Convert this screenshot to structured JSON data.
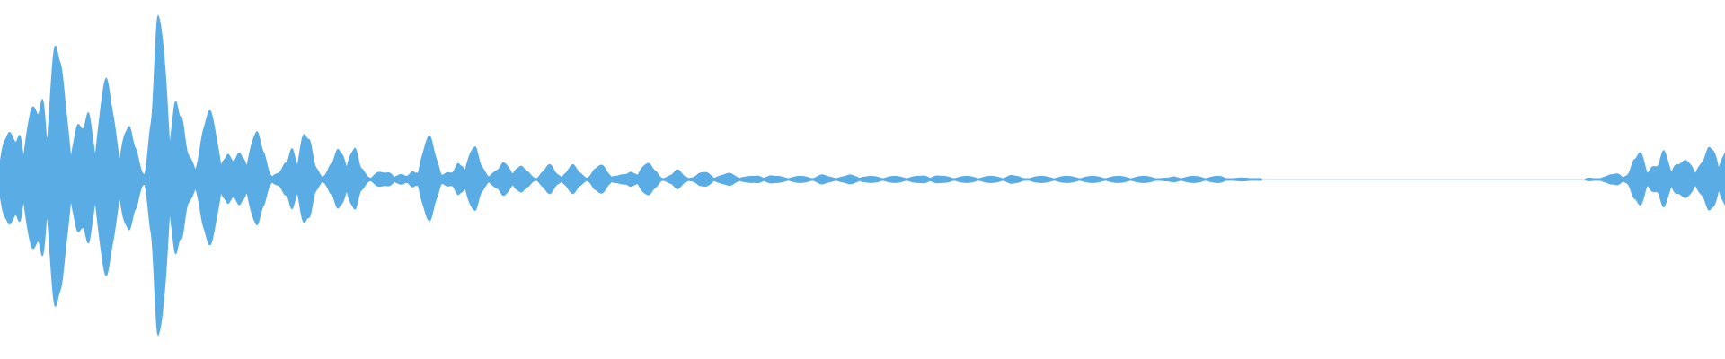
{
  "waveform": {
    "color": "#5aace5",
    "background": "#ffffff",
    "envelope": [
      0.41,
      0.3,
      0.24,
      0.52,
      0.47,
      0.4,
      0.82,
      0.93,
      0.7,
      0.58,
      0.42,
      0.3,
      0.52,
      0.56,
      0.61,
      0.48,
      0.44,
      0.34,
      0.2,
      0.09,
      0.42,
      0.98,
      1.0,
      0.7,
      0.38,
      0.18,
      0.22,
      0.34,
      0.42,
      0.37,
      0.2,
      0.11,
      0.2,
      0.32,
      0.3,
      0.18,
      0.07,
      0.05,
      0.1,
      0.28,
      0.37,
      0.24,
      0.09,
      0.05,
      0.1,
      0.2,
      0.27,
      0.21,
      0.07,
      0.03,
      0.05,
      0.04,
      0.06,
      0.04,
      0.02,
      0.07,
      0.22,
      0.26,
      0.17,
      0.06,
      0.04,
      0.12,
      0.22,
      0.2,
      0.09,
      0.06,
      0.06,
      0.11,
      0.12,
      0.09,
      0.05,
      0.02,
      0.06,
      0.09,
      0.05,
      0.06,
      0.09,
      0.05,
      0.03,
      0.07,
      0.09,
      0.06,
      0.03,
      0.03,
      0.06,
      0.11,
      0.1,
      0.06,
      0.02,
      0.03,
      0.06,
      0.03,
      0.02,
      0.04,
      0.05,
      0.03,
      0.03,
      0.04,
      0.03,
      0.02,
      0.02,
      0.03,
      0.03,
      0.02,
      0.02,
      0.02,
      0.02,
      0.02,
      0.02,
      0.03,
      0.02,
      0.02,
      0.02,
      0.03,
      0.03,
      0.02,
      0.02,
      0.02,
      0.02,
      0.02,
      0.02,
      0.02,
      0.02,
      0.03,
      0.03,
      0.02,
      0.02,
      0.02,
      0.02,
      0.02,
      0.02,
      0.02,
      0.02,
      0.02,
      0.03,
      0.02,
      0.01,
      0.02,
      0.02,
      0.02,
      0.02,
      0.02,
      0.02,
      0.02,
      0.02,
      0.02,
      0.02,
      0.02,
      0.02,
      0.02,
      0.02,
      0.02,
      0.02,
      0.02,
      0.01,
      0.01,
      0.02,
      0.02,
      0.02,
      0.02,
      0.02,
      0.02,
      0.02,
      0.01,
      0.01,
      0.01,
      0.01,
      0.01,
      0.0,
      0.0,
      0.0,
      0.0,
      0.0,
      0.0,
      0.0,
      0.0,
      0.0,
      0.0,
      0.0,
      0.0,
      0.0,
      0.0,
      0.0,
      0.0,
      0.0,
      0.0,
      0.0,
      0.0,
      0.0,
      0.0,
      0.0,
      0.0,
      0.0,
      0.0,
      0.0,
      0.0,
      0.0,
      0.0,
      0.0,
      0.0,
      0.0,
      0.0,
      0.0,
      0.0,
      0.0,
      0.0,
      0.0,
      0.0,
      0.0,
      0.0,
      0.0,
      0.01,
      0.01,
      0.02,
      0.03,
      0.05,
      0.04,
      0.12,
      0.2,
      0.12,
      0.08,
      0.2,
      0.16,
      0.1,
      0.12,
      0.14,
      0.12,
      0.2,
      0.26,
      0.2
    ]
  }
}
